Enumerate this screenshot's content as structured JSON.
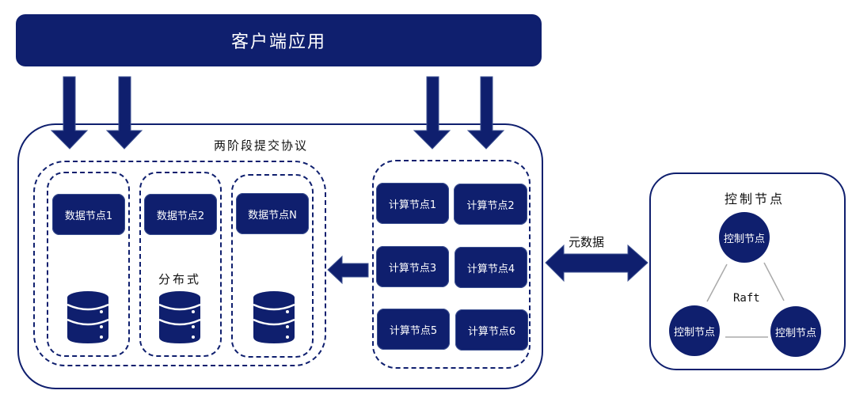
{
  "client": {
    "label": "客户端应用"
  },
  "cluster": {
    "protocol_label": "两阶段提交协议",
    "distributed_label": "分布式",
    "data_nodes": [
      {
        "label": "数据节点1"
      },
      {
        "label": "数据节点2"
      },
      {
        "label": "数据节点N"
      }
    ],
    "compute_nodes": [
      {
        "label": "计算节点1"
      },
      {
        "label": "计算节点2"
      },
      {
        "label": "计算节点3"
      },
      {
        "label": "计算节点4"
      },
      {
        "label": "计算节点5"
      },
      {
        "label": "计算节点6"
      }
    ]
  },
  "metadata_label": "元数据",
  "control": {
    "title": "控制节点",
    "consensus_label": "Raft",
    "nodes": [
      {
        "label": "控制节点"
      },
      {
        "label": "控制节点"
      },
      {
        "label": "控制节点"
      }
    ]
  },
  "colors": {
    "primary": "#0f1f6e",
    "line": "#aaaaaa"
  }
}
